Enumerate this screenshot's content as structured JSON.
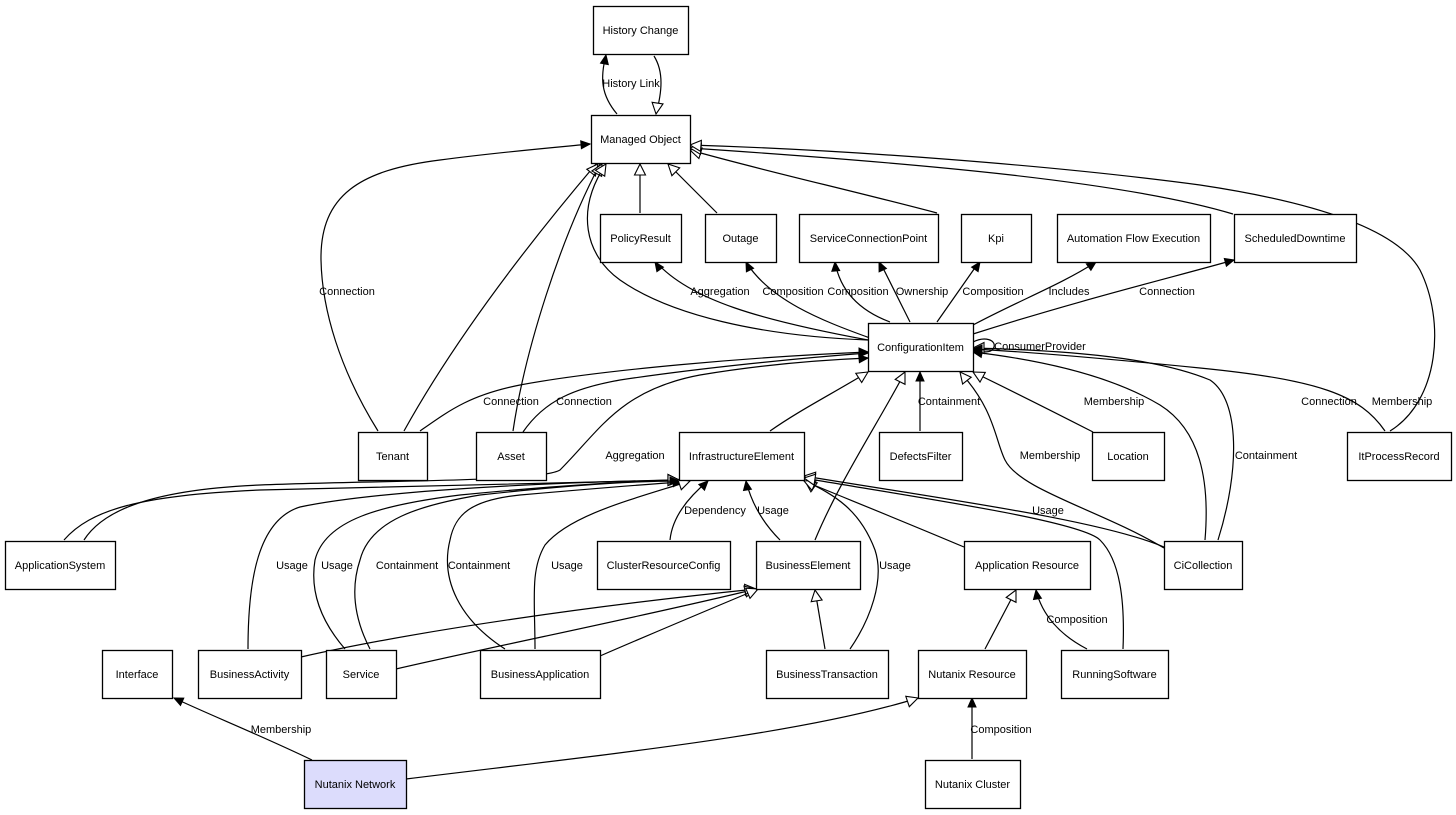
{
  "nodes": {
    "history_change": "History Change",
    "managed_object": "Managed Object",
    "policy_result": "PolicyResult",
    "outage": "Outage",
    "service_connection_point": "ServiceConnectionPoint",
    "kpi": "Kpi",
    "automation_flow_execution": "Automation Flow Execution",
    "scheduled_downtime": "ScheduledDowntime",
    "configuration_item": "ConfigurationItem",
    "tenant": "Tenant",
    "asset": "Asset",
    "infrastructure_element": "InfrastructureElement",
    "defects_filter": "DefectsFilter",
    "location": "Location",
    "it_process_record": "ItProcessRecord",
    "application_system": "ApplicationSystem",
    "cluster_resource_config": "ClusterResourceConfig",
    "business_element": "BusinessElement",
    "application_resource": "Application Resource",
    "ci_collection": "CiCollection",
    "interface": "Interface",
    "business_activity": "BusinessActivity",
    "service": "Service",
    "business_application": "BusinessApplication",
    "business_transaction": "BusinessTransaction",
    "nutanix_resource": "Nutanix Resource",
    "running_software": "RunningSoftware",
    "nutanix_network": "Nutanix Network",
    "nutanix_cluster": "Nutanix Cluster"
  },
  "edge_labels": {
    "history_link": "History Link",
    "connection": "Connection",
    "aggregation": "Aggregation",
    "composition": "Composition",
    "ownership": "Ownership",
    "includes": "Includes",
    "consumer_provider": "ConsumerProvider",
    "containment": "Containment",
    "membership": "Membership",
    "usage": "Usage",
    "dependency": "Dependency"
  },
  "colors": {
    "highlight_fill": "#dcdcfc",
    "node_fill": "#ffffff",
    "stroke": "#000000"
  }
}
